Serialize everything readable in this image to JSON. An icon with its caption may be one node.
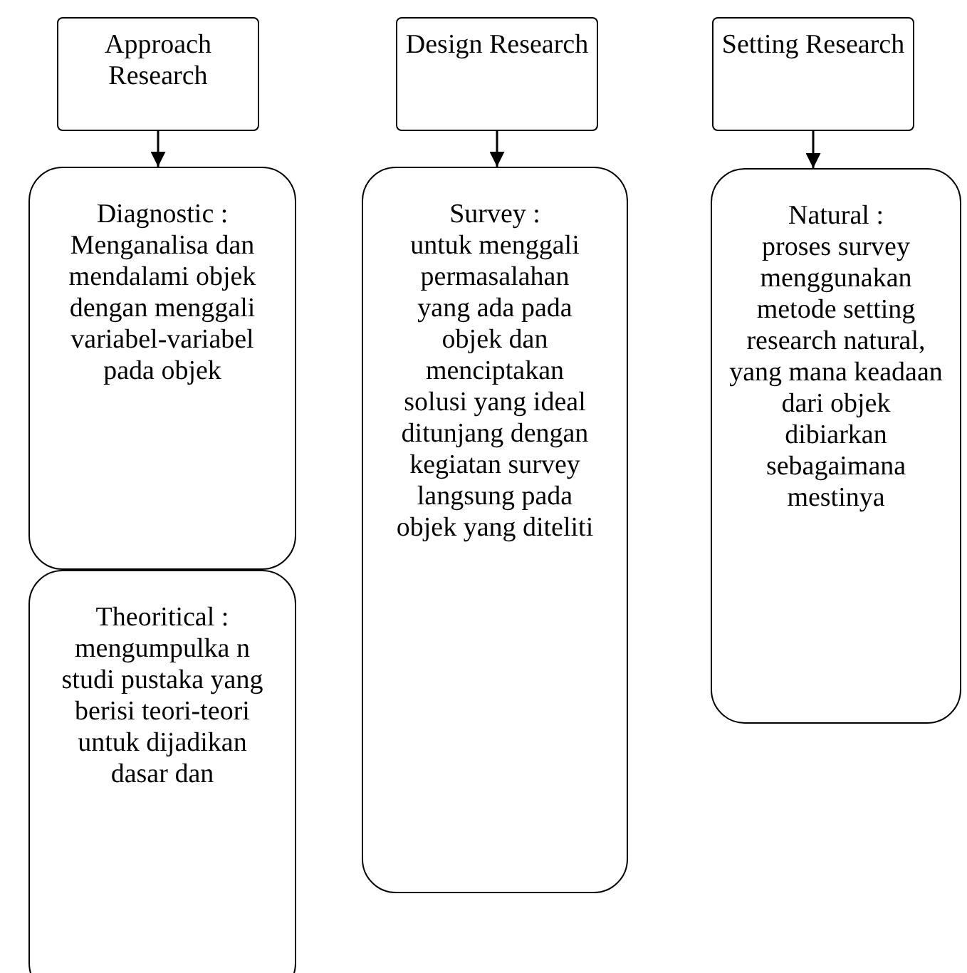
{
  "diagram": {
    "nodes": [
      {
        "text": [
          "Approach Research"
        ]
      },
      {
        "text": [
          "Design Research"
        ]
      },
      {
        "text": [
          "Setting Research"
        ]
      },
      {
        "text": [
          "Diagnostic :",
          "Menganalisa dan mendalami objek dengan menggali variabel-variabel pada objek"
        ]
      },
      {
        "text": [
          "Theoritical :",
          "mengumpulka n studi pustaka yang berisi teori-teori untuk dijadikan dasar dan"
        ]
      },
      {
        "text": [
          "Survey :",
          "untuk menggali permasalahan yang ada pada objek dan menciptakan solusi yang ideal ditunjang dengan kegiatan survey langsung pada objek yang diteliti"
        ]
      },
      {
        "text": [
          "Natural :",
          "proses survey menggunakan metode setting research natural, yang mana keadaan dari objek dibiarkan sebagaimana mestinya"
        ]
      }
    ],
    "edges": [
      {
        "from": 0,
        "to": 3,
        "arrow": "to"
      },
      {
        "from": 1,
        "to": 5,
        "arrow": "to"
      },
      {
        "from": 2,
        "to": 6,
        "arrow": "to"
      }
    ]
  }
}
